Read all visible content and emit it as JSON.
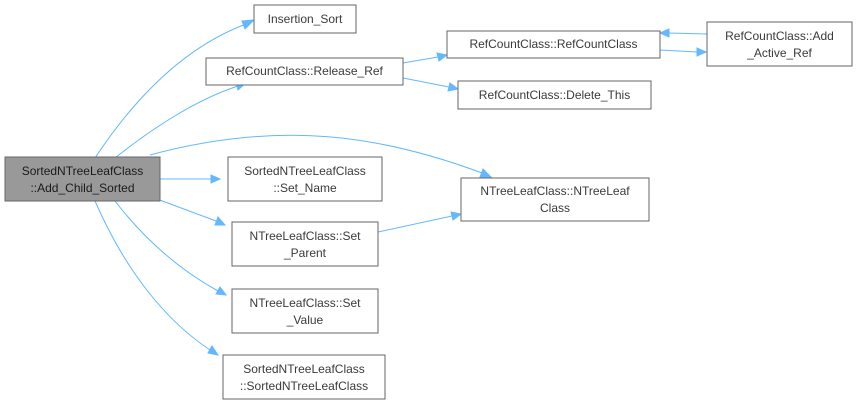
{
  "diagram": {
    "colors": {
      "edge": "#63b8ff",
      "root_fill": "#999999",
      "node_fill": "#ffffff",
      "border": "#666666",
      "text": "#3a3a3a"
    },
    "nodes": {
      "add_child_sorted": [
        "SortedNTreeLeafClass",
        "::Add_Child_Sorted"
      ],
      "insertion_sort": [
        "Insertion_Sort"
      ],
      "release_ref": [
        "RefCountClass::Release_Ref"
      ],
      "refcountclass_ctor": [
        "RefCountClass::RefCountClass"
      ],
      "add_active_ref": [
        "RefCountClass::Add",
        "_Active_Ref"
      ],
      "delete_this": [
        "RefCountClass::Delete_This"
      ],
      "set_name": [
        "SortedNTreeLeafClass",
        "::Set_Name"
      ],
      "ntreeleafclass_ctor": [
        "NTreeLeafClass::NTreeLeaf",
        "Class"
      ],
      "set_parent": [
        "NTreeLeafClass::Set",
        "_Parent"
      ],
      "set_value": [
        "NTreeLeafClass::Set",
        "_Value"
      ],
      "sortedntreeleafclass_ctor": [
        "SortedNTreeLeafClass",
        "::SortedNTreeLeafClass"
      ]
    }
  }
}
